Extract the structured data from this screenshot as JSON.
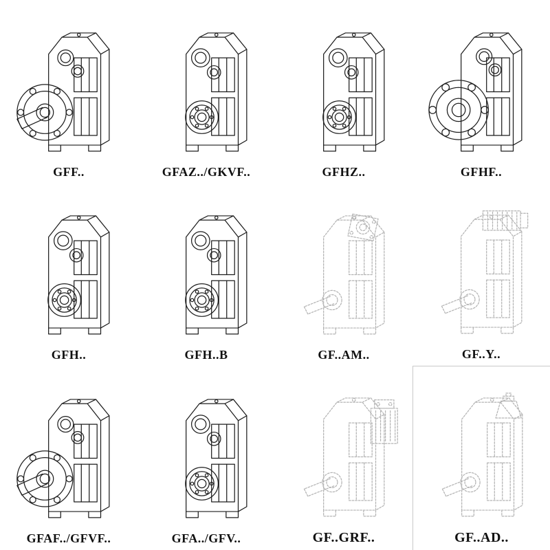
{
  "page": {
    "background": "#ffffff",
    "line_color": "#1c1c1c",
    "faint_line_color": "#b3b3b3"
  },
  "grid": {
    "cells": [
      {
        "label": "GFF..",
        "icon": "gearbox-flange-shaft-illustration",
        "style": "solid"
      },
      {
        "label": "GFAZ../GKVF..",
        "icon": "gearbox-hollow-bore-illustration",
        "style": "solid"
      },
      {
        "label": "GFHZ..",
        "icon": "gearbox-hollow-bore-illustration",
        "style": "solid"
      },
      {
        "label": "GFHF..",
        "icon": "gearbox-flange-holes-illustration",
        "style": "solid"
      },
      {
        "label": "GFH..",
        "icon": "gearbox-hollow-bore-illustration",
        "style": "solid"
      },
      {
        "label": "GFH..B",
        "icon": "gearbox-hollow-bore-illustration",
        "style": "solid"
      },
      {
        "label": "GF..AM..",
        "icon": "gearbox-motor-adapter-illustration",
        "style": "faint-dashed"
      },
      {
        "label": "GF..Y..",
        "icon": "gearbox-with-motor-illustration",
        "style": "faint-dashed"
      },
      {
        "label": "GFAF../GFVF..",
        "icon": "gearbox-flange-shaft-illustration",
        "style": "solid"
      },
      {
        "label": "GFA../GFV..",
        "icon": "gearbox-hollow-bore-illustration",
        "style": "solid"
      },
      {
        "label": "GF..GRF..",
        "icon": "gearbox-input-flange-illustration",
        "style": "faint-dashed"
      },
      {
        "label": "GF..AD..",
        "icon": "gearbox-input-adapter-illustration",
        "style": "faint-dashed"
      }
    ]
  }
}
